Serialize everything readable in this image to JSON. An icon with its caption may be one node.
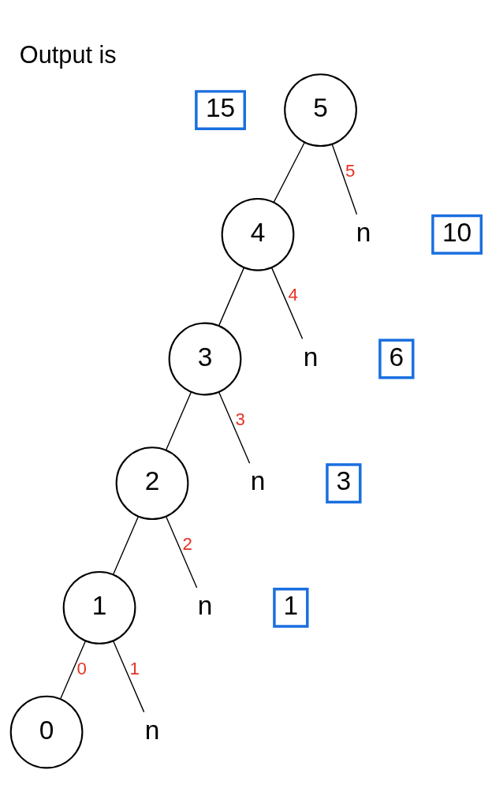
{
  "diagram": {
    "title": "Output is",
    "nodes": [
      {
        "text": [
          "15"
        ]
      },
      {
        "text": [
          "5"
        ]
      },
      {
        "text": [
          "10"
        ]
      },
      {
        "text": [
          "4"
        ]
      },
      {
        "text": [
          "n"
        ]
      },
      {
        "text": [
          "6"
        ]
      },
      {
        "text": [
          "3"
        ]
      },
      {
        "text": [
          "n"
        ]
      },
      {
        "text": [
          "3"
        ]
      },
      {
        "text": [
          "2"
        ]
      },
      {
        "text": [
          "n"
        ]
      },
      {
        "text": [
          "1"
        ]
      },
      {
        "text": [
          "1"
        ]
      },
      {
        "text": [
          "n"
        ]
      },
      {
        "text": [
          "0"
        ]
      },
      {
        "text": [
          "n"
        ]
      }
    ],
    "edges": [
      {
        "from": 1,
        "to": 3,
        "arrow": "none"
      },
      {
        "from": 1,
        "to": 4,
        "arrow": "none",
        "label": "5"
      },
      {
        "from": 3,
        "to": 6,
        "arrow": "none"
      },
      {
        "from": 3,
        "to": 7,
        "arrow": "none",
        "label": "4"
      },
      {
        "from": 6,
        "to": 9,
        "arrow": "none"
      },
      {
        "from": 6,
        "to": 10,
        "arrow": "none",
        "label": "3"
      },
      {
        "from": 9,
        "to": 12,
        "arrow": "none"
      },
      {
        "from": 9,
        "to": 13,
        "arrow": "none",
        "label": "2"
      },
      {
        "from": 12,
        "to": 14,
        "arrow": "none",
        "label": "0"
      },
      {
        "from": 12,
        "to": 15,
        "arrow": "none",
        "label": "1"
      }
    ]
  }
}
